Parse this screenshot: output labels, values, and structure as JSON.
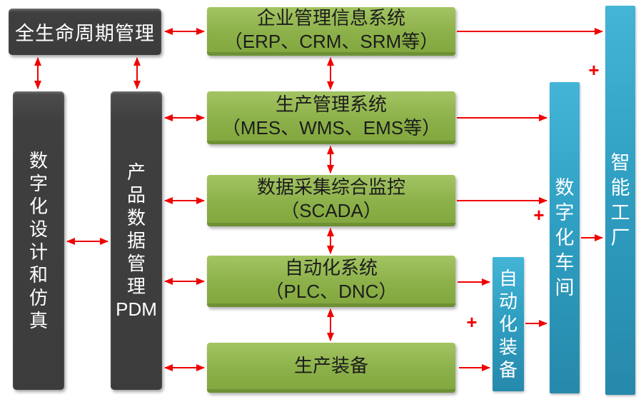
{
  "diagram": {
    "plm_box": {
      "label": "全生命周期管理"
    },
    "left_columns": [
      {
        "id": "digital-design",
        "label": "数\n字\n化\n设\n计\n和\n仿\n真"
      },
      {
        "id": "pdm",
        "label": "产\n品\n数\n据\n管\n理\nPDM"
      }
    ],
    "center_boxes": [
      {
        "id": "erp",
        "line1": "企业管理信息系统",
        "line2": "（ERP、CRM、SRM等）"
      },
      {
        "id": "mes",
        "line1": "生产管理系统",
        "line2": "（MES、WMS、EMS等）"
      },
      {
        "id": "scada",
        "line1": "数据采集综合监控",
        "line2": "（SCADA）"
      },
      {
        "id": "plc",
        "line1": "自动化系统",
        "line2": "（PLC、DNC）"
      },
      {
        "id": "equip",
        "line1": "生产装备",
        "line2": ""
      }
    ],
    "right_columns": [
      {
        "id": "automation-equipment",
        "label": "自\n动\n化\n装\n备"
      },
      {
        "id": "digital-workshop",
        "label": "数\n字\n化\n车\n间"
      },
      {
        "id": "smart-factory",
        "label": "智\n能\n工\n厂"
      }
    ],
    "plus_symbol": "+",
    "colors": {
      "dark_box": "#3f3f3f",
      "green_box": "#8db14a",
      "green_box_edge": "#6d9134",
      "teal_box": "#2f9fc2",
      "arrow": "#f00000",
      "text_on_dark": "#ffffff",
      "text_on_green": "#1c1c1c"
    }
  }
}
